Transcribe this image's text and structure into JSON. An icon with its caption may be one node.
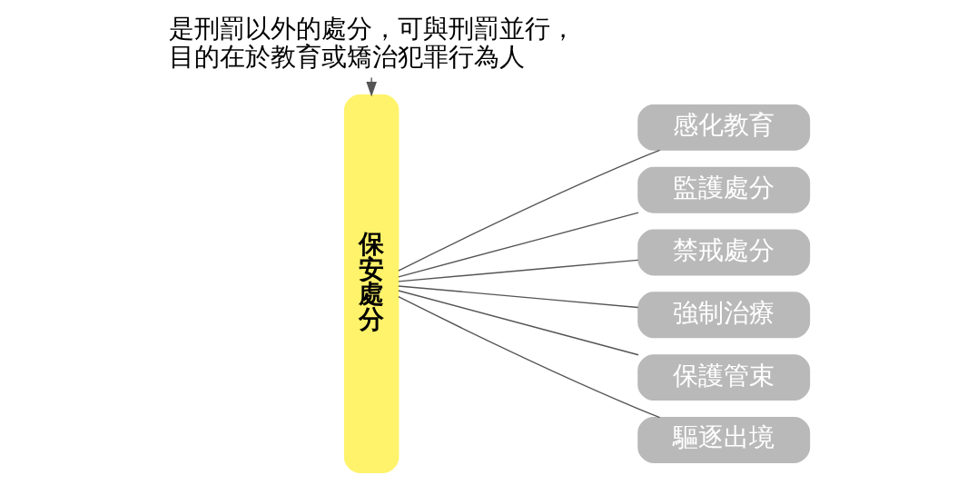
{
  "diagram": {
    "nodes": [
      {
        "text": [
          "是刑罰以外的處分，可與刑罰並行，目的在於教育或矯治犯罪行為人"
        ]
      },
      {
        "text": [
          "保安處分"
        ]
      },
      {
        "text": [
          "感化教育"
        ]
      },
      {
        "text": [
          "監護處分"
        ]
      },
      {
        "text": [
          "禁戒處分"
        ]
      },
      {
        "text": [
          "強制治療"
        ]
      },
      {
        "text": [
          "保護管束"
        ]
      },
      {
        "text": [
          "驅逐出境"
        ]
      }
    ],
    "edges": [
      {
        "from": 0,
        "to": 1,
        "arrow": "to"
      },
      {
        "from": 1,
        "to": 2,
        "arrow": "none"
      },
      {
        "from": 1,
        "to": 3,
        "arrow": "none"
      },
      {
        "from": 1,
        "to": 4,
        "arrow": "none"
      },
      {
        "from": 1,
        "to": 5,
        "arrow": "none"
      },
      {
        "from": 1,
        "to": 6,
        "arrow": "none"
      },
      {
        "from": 1,
        "to": 7,
        "arrow": "none"
      }
    ]
  }
}
